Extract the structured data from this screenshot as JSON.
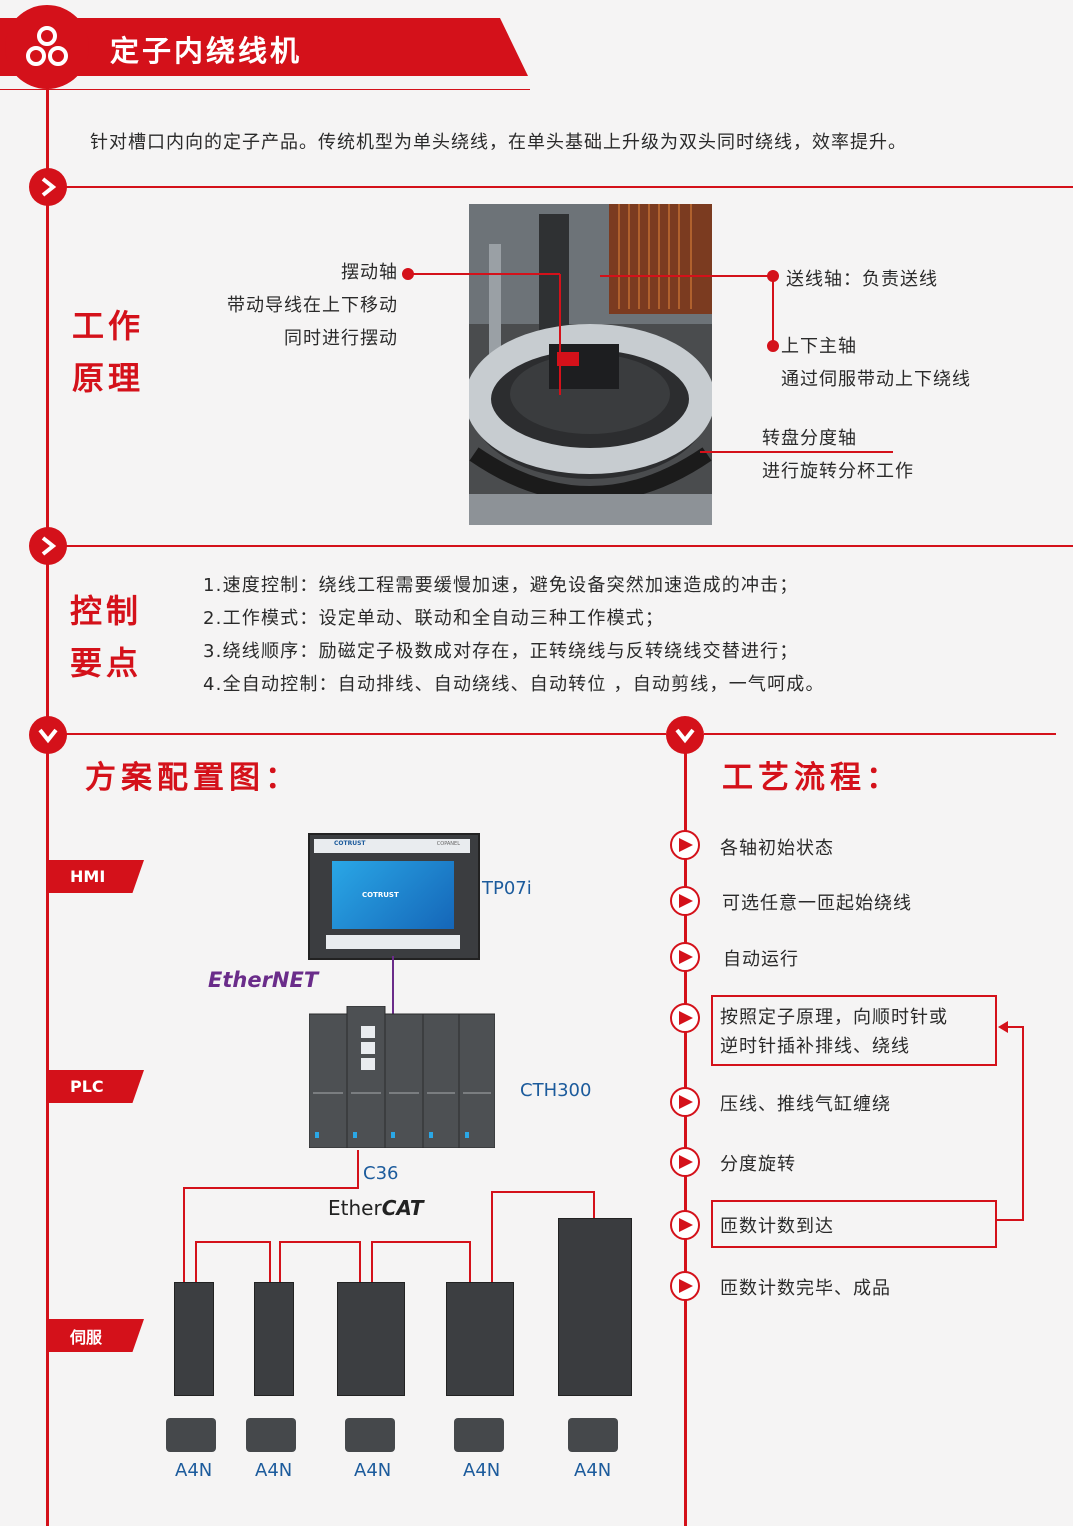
{
  "header": {
    "title": "定子内绕线机",
    "logo_icon": "tri-circle-logo-icon"
  },
  "intro": "针对槽口内向的定子产品。传统机型为单头绕线，在单头基础上升级为双头同时绕线，效率提升。",
  "work_principle": {
    "heading_line1": "工作",
    "heading_line2": "原理",
    "left_labels": [
      "摆动轴",
      "带动导线在上下移动",
      "同时进行摆动"
    ],
    "right_feed": "送线轴：负责送线",
    "right_spindle": [
      "上下主轴",
      "通过伺服带动上下绕线"
    ],
    "right_turntable": [
      "转盘分度轴",
      "进行旋转分杯工作"
    ]
  },
  "control_points": {
    "heading_line1": "控制",
    "heading_line2": "要点",
    "items": [
      "1.速度控制：绕线工程需要缓慢加速，避免设备突然加速造成的冲击；",
      "2.工作模式：设定单动、联动和全自动三种工作模式；",
      "3.绕线顺序：励磁定子极数成对存在，正转绕线与反转绕线交替进行；",
      "4.全自动控制：自动排线、自动绕线、自动转位 ，自动剪线，一气呵成。"
    ]
  },
  "config": {
    "title": "方案配置图：",
    "tags": {
      "hmi": "HMI",
      "plc": "PLC",
      "servo": "伺服"
    },
    "hmi_model": "TP07i",
    "hmi_brand": "COTRUST",
    "hmi_panel": "COPANEL",
    "ethernet": "EtherNET",
    "plc_model": "CTH300",
    "plc_cpu": "C36",
    "ethercat_a": "Ether",
    "ethercat_b": "CAT",
    "motors": [
      "A4N",
      "A4N",
      "A4N",
      "A4N",
      "A4N"
    ]
  },
  "process": {
    "title": "工艺流程：",
    "steps": [
      "各轴初始状态",
      "可选任意一匝起始绕线",
      "自动运行",
      "按照定子原理，向顺时针或",
      "逆时针插补排线、绕线",
      "压线、推线气缸缠绕",
      "分度旋转",
      "匝数计数到达",
      "匝数计数完毕、成品"
    ]
  },
  "colors": {
    "accent": "#d4111a",
    "model_text": "#1c5b9c",
    "ethernet": "#6a2c8a"
  }
}
